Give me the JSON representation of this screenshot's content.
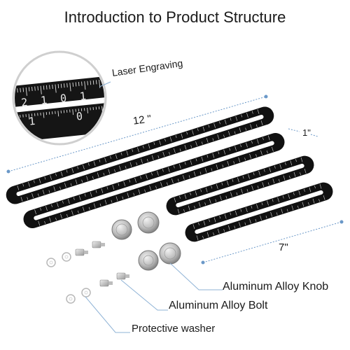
{
  "title": "Introduction to Product Structure",
  "labels": {
    "laser": "Laser Engraving",
    "length_12": "12 \"",
    "width_1": "1\"",
    "length_7": "7\"",
    "knob": "Aluminum Alloy  Knob",
    "bolt": "Aluminum Alloy  Bolt",
    "washer": "Protective washer"
  },
  "zoom_digits": {
    "top_row": [
      "2",
      "1",
      "0",
      "1"
    ],
    "bottom_row": [
      "1",
      "0"
    ]
  },
  "colors": {
    "ruler": "#111111",
    "scale": "#d8d8d8",
    "dimension_line": "#6a98c8",
    "callout_line": "#8fb3d6",
    "metal": "#b9b9b9"
  },
  "icons": [
    "magnifier-circle",
    "knob",
    "bolt",
    "washer"
  ]
}
